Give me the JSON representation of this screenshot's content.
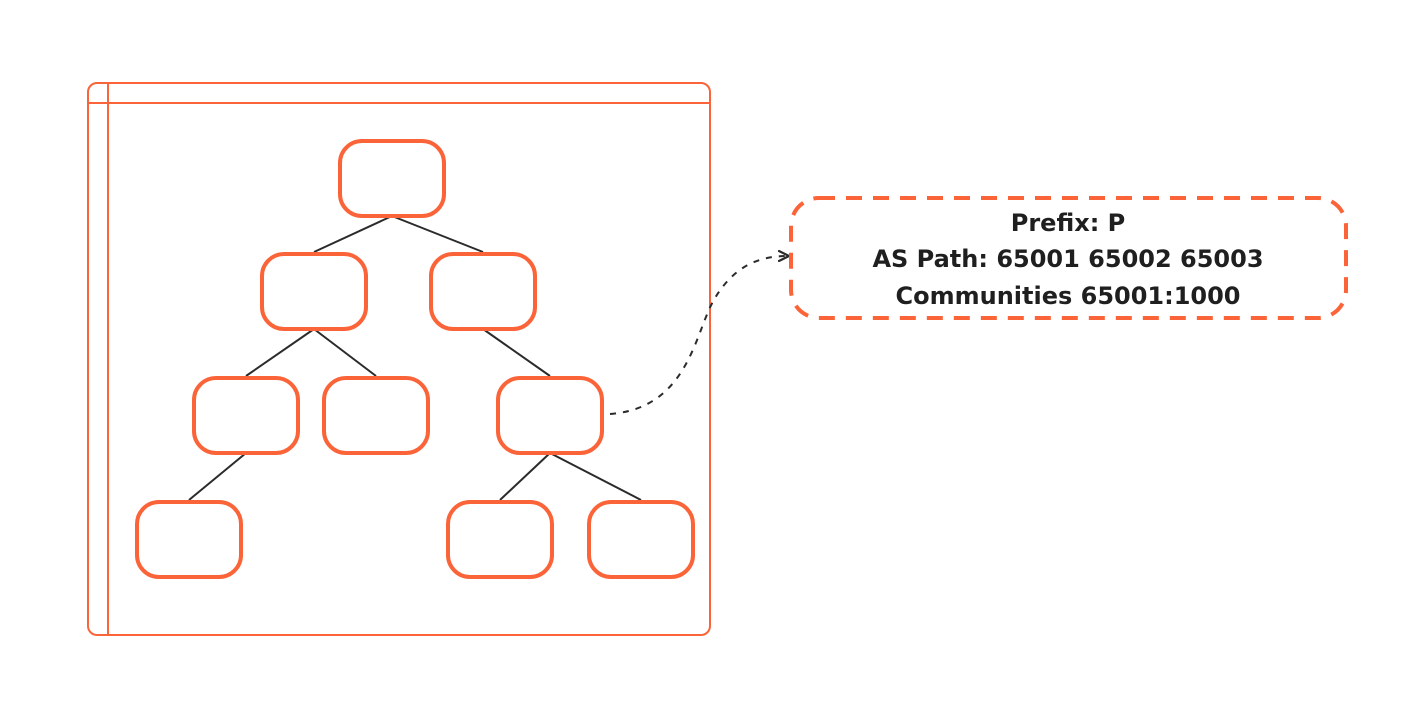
{
  "colors": {
    "accent": "#fb6438",
    "edge": "#2b2b2b",
    "text": "#1f1f1f",
    "background": "#ffffff"
  },
  "route_entry": {
    "lines": [
      "Prefix: P",
      "AS Path: 65001 65002 65003",
      "Communities 65001:1000"
    ]
  },
  "tree": {
    "nodes": [
      "root",
      "l1a",
      "l1b",
      "l2a",
      "l2b",
      "l2c",
      "l3a",
      "l3b",
      "l3c"
    ],
    "edges": [
      [
        "root",
        "l1a"
      ],
      [
        "root",
        "l1b"
      ],
      [
        "l1a",
        "l2a"
      ],
      [
        "l1a",
        "l2b"
      ],
      [
        "l1b",
        "l2c"
      ],
      [
        "l2a",
        "l3a"
      ],
      [
        "l2c",
        "l3b"
      ],
      [
        "l2c",
        "l3c"
      ]
    ],
    "highlighted_node": "l2c"
  }
}
